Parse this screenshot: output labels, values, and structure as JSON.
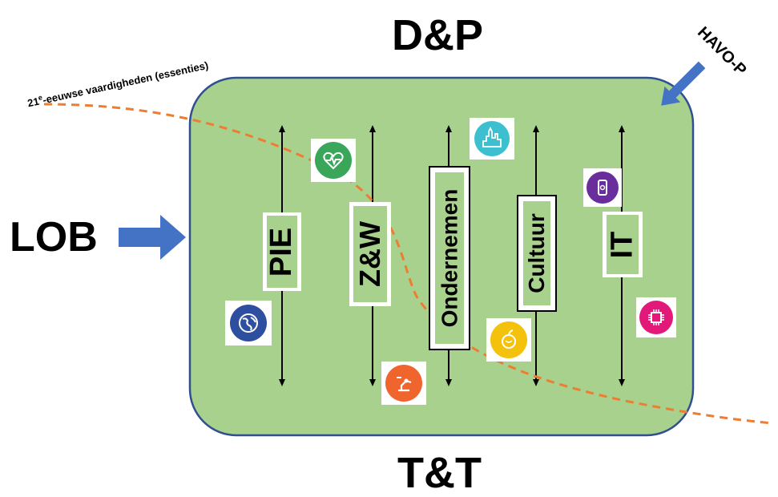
{
  "title_top": "D&P",
  "title_bottom": "T&T",
  "left_label": "LOB",
  "corner_label": "HAVO-P",
  "curve_label": {
    "prefix": "21",
    "superscript": "e",
    "rest": "-eeuwse vaardigheden (essenties)"
  },
  "columns": [
    {
      "label": "PIE"
    },
    {
      "label": "Z&W"
    },
    {
      "label": "Ondernemen"
    },
    {
      "label": "Cultuur"
    },
    {
      "label": "IT"
    }
  ],
  "colors": {
    "panel_fill": "#a9d18e",
    "panel_border": "#2f4f8f",
    "arrow_fill": "#4472c4",
    "curve": "#ed7d31",
    "icon_globe": "#2e4fa0",
    "icon_health": "#3aa65a",
    "icon_city": "#3cbfcf",
    "icon_phone": "#6a2d9c",
    "icon_robot": "#f0642d",
    "icon_fruit": "#f4c20d",
    "icon_chip": "#e3197a"
  },
  "icons": [
    "globe-icon",
    "heart-monitor-icon",
    "city-icon",
    "smartphone-icon",
    "robot-arm-icon",
    "fruit-icon",
    "chip-icon"
  ]
}
